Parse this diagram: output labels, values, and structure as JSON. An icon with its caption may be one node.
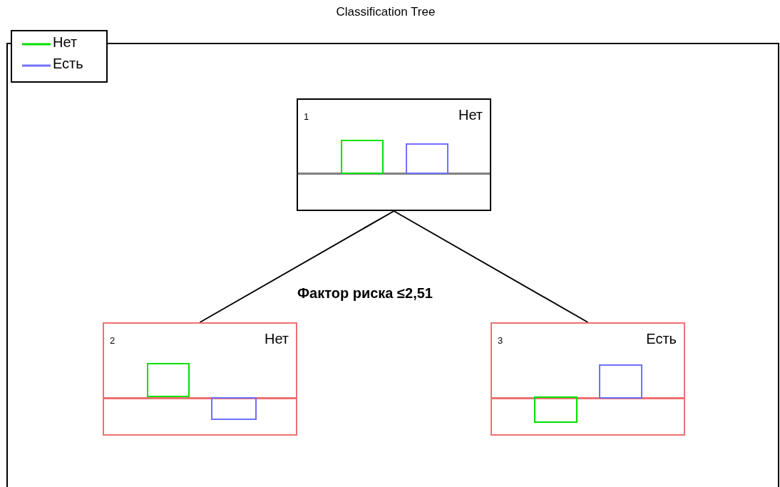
{
  "diagram": {
    "title": "Classification Tree",
    "nodes": [
      {
        "text": [
          "1",
          "Нет"
        ]
      },
      {
        "text": [
          "2",
          "Нет"
        ]
      },
      {
        "text": [
          "3",
          "Есть"
        ]
      }
    ],
    "edges": [
      {
        "from": 0,
        "to": 1,
        "arrow": "none"
      },
      {
        "from": 0,
        "to": 2,
        "arrow": "none"
      }
    ],
    "labels": [
      "Фактор риска ≤2,51"
    ],
    "legend": [
      {
        "text": "Нет"
      },
      {
        "text": "Есть"
      }
    ]
  }
}
